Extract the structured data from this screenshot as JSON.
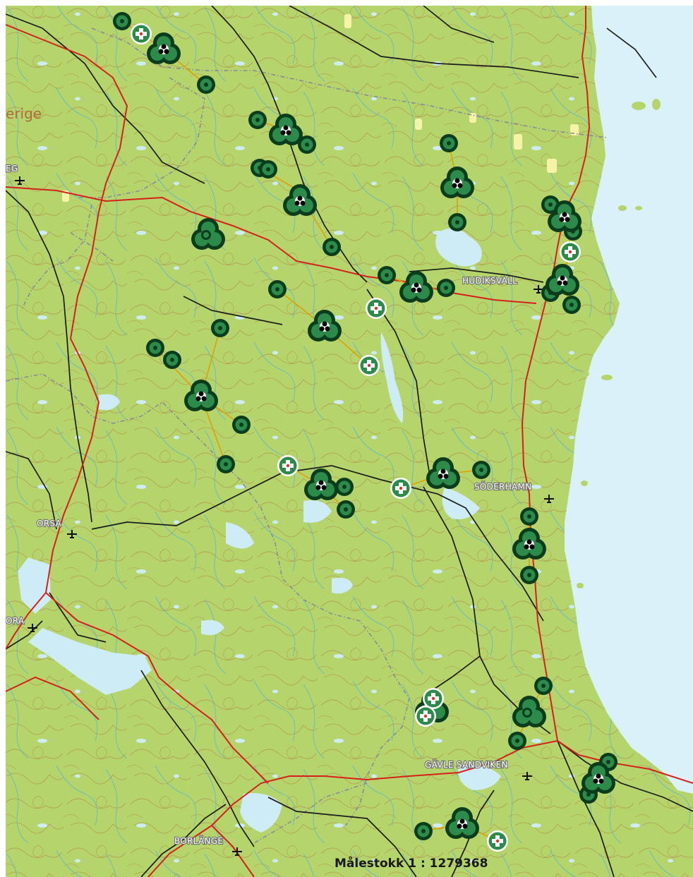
{
  "map": {
    "country_label": "erige",
    "places": [
      {
        "id": "hudiksvall",
        "label": "HUDIKSVALL"
      },
      {
        "id": "soderhamn",
        "label": "SÖDERHAMN"
      },
      {
        "id": "orsa",
        "label": "ORSA"
      },
      {
        "id": "mora",
        "label": "ORA"
      },
      {
        "id": "gavle",
        "label": "GÄVLE SANDVIKEN"
      },
      {
        "id": "borlange",
        "label": "BORLÄNGE"
      },
      {
        "id": "sveg",
        "label": "EG"
      }
    ],
    "scale_text": "Målestokk 1 : 1279368",
    "colors": {
      "land": "#b5d56c",
      "water": "#cdecf6",
      "coast_sea": "#daf1f9",
      "road_major": "#d6201b",
      "road_minor": "#1c1c1c",
      "border": "#8a8a9a",
      "contour": "#b36b3a",
      "river": "#4fb2d8",
      "marker_dark": "#0b3d1d",
      "marker_green": "#2c8a4a",
      "marker_accent": "#f5b400"
    },
    "icons": [
      "airport-icon",
      "station-marker-icon",
      "hospital-marker-icon"
    ]
  }
}
